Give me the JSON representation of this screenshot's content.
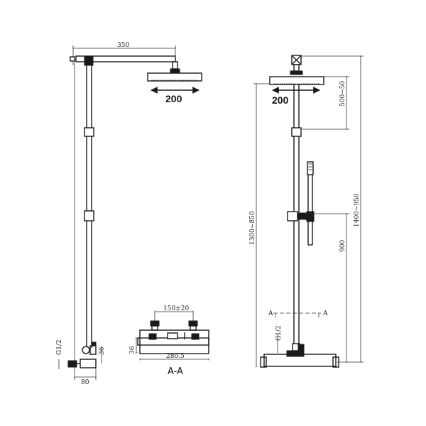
{
  "left_view": {
    "arm_length": "350",
    "head_diameter": "200",
    "inlet_thread": "G1/2",
    "wall_offset": "36",
    "base_depth": "80"
  },
  "section_view": {
    "inlet_spacing": "150±20",
    "body_length": "280.5",
    "body_height": "36",
    "title": "A-A"
  },
  "right_view": {
    "head_diameter": "200",
    "arm_adjust": "500~50",
    "total_height": "1400~950",
    "rail_height": "1300~850",
    "mixer_height": "900",
    "inlet_thread": "G1/2",
    "section_marker_left": "A",
    "section_marker_right": "A"
  },
  "colors": {
    "line": "#1a1a1a",
    "background": "#ffffff"
  }
}
